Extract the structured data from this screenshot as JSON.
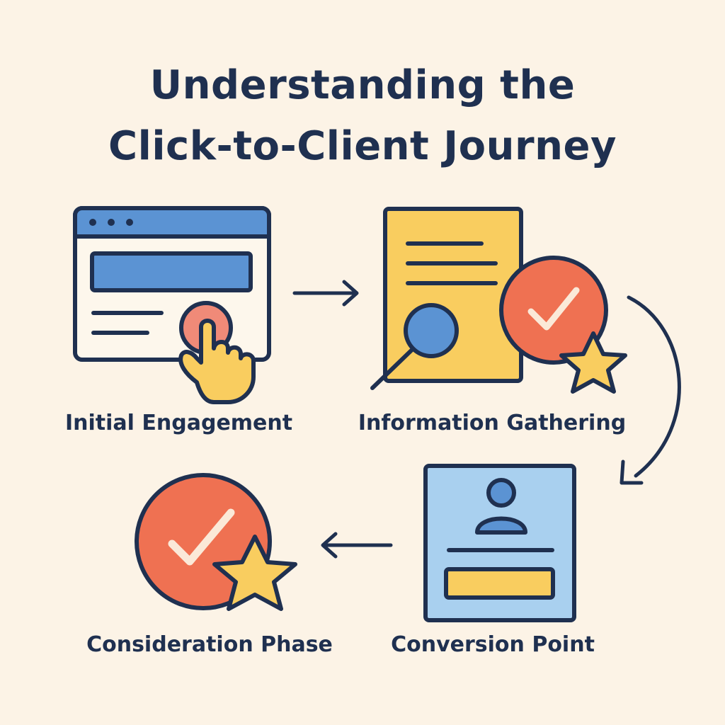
{
  "title": {
    "line1": "Understanding the",
    "line2": "Click-to-Client Journey"
  },
  "steps": [
    {
      "label": "Initial Engagement",
      "icon": "browser-click-icon"
    },
    {
      "label": "Information Gathering",
      "icon": "document-search-icon"
    },
    {
      "label": "Conversion Point",
      "icon": "user-profile-form-icon"
    },
    {
      "label": "Consideration Phase",
      "icon": "checkmark-star-icon"
    }
  ],
  "colors": {
    "background": "#fcf3e6",
    "outline": "#1f3050",
    "blue": "#5b93d3",
    "light_blue": "#a9d0ef",
    "yellow": "#f9cd5f",
    "orange": "#ef7152",
    "pink": "#f08a78"
  }
}
